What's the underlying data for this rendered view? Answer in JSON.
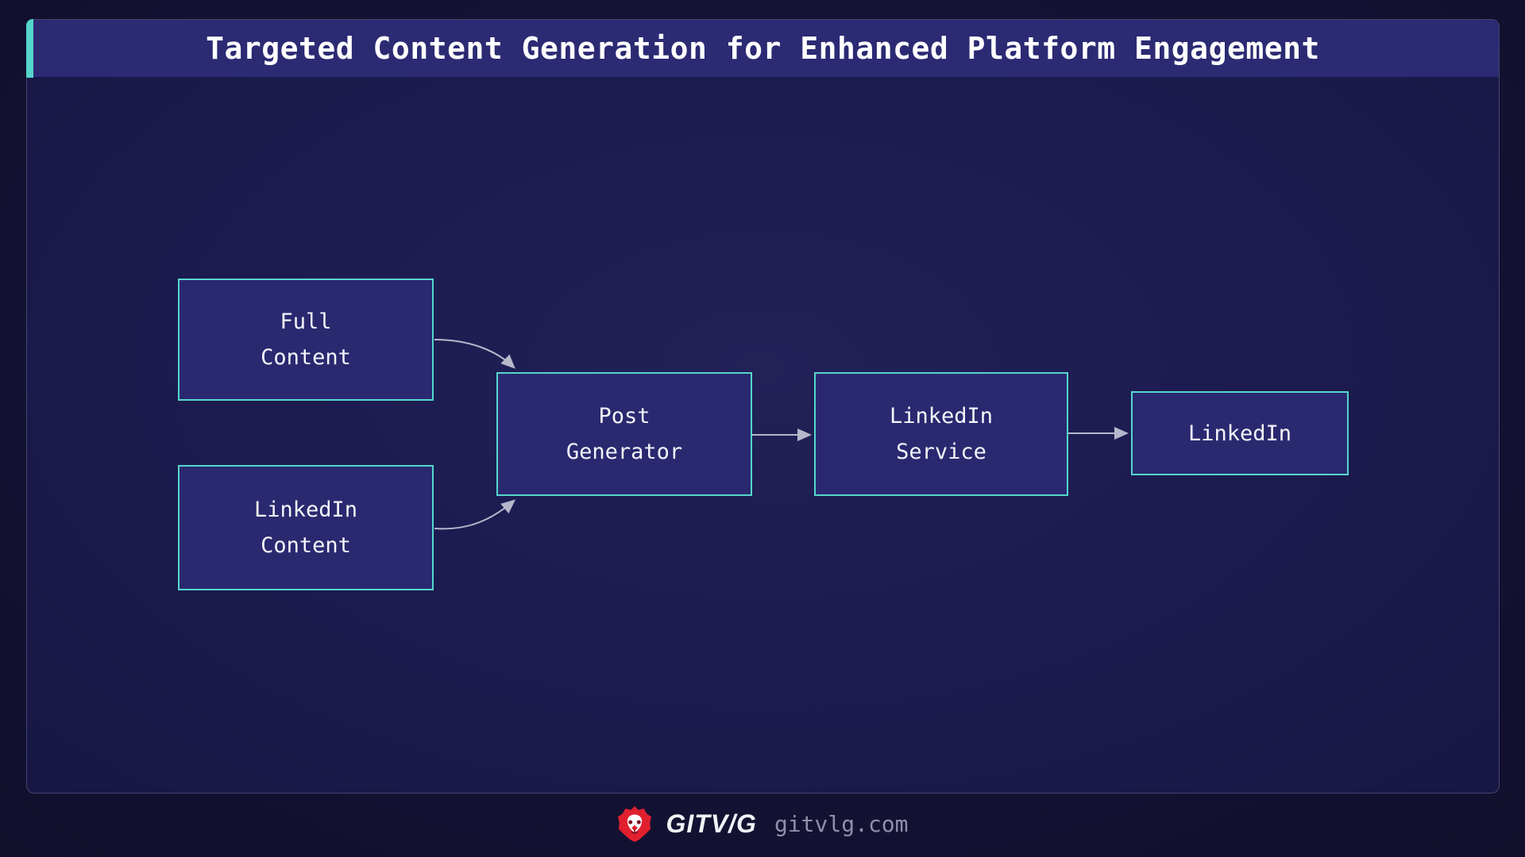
{
  "header": {
    "title": "Targeted Content Generation for Enhanced Platform Engagement"
  },
  "diagram": {
    "type": "flowchart",
    "nodes": {
      "full_content": {
        "line1": "Full",
        "line2": "Content"
      },
      "linkedin_content": {
        "line1": "LinkedIn",
        "line2": "Content"
      },
      "post_generator": {
        "line1": "Post",
        "line2": "Generator"
      },
      "linkedin_service": {
        "line1": "LinkedIn",
        "line2": "Service"
      },
      "linkedin": {
        "line1": "LinkedIn"
      }
    },
    "edges": [
      {
        "from": "full_content",
        "to": "post_generator"
      },
      {
        "from": "linkedin_content",
        "to": "post_generator"
      },
      {
        "from": "post_generator",
        "to": "linkedin_service"
      },
      {
        "from": "linkedin_service",
        "to": "linkedin"
      }
    ]
  },
  "footer": {
    "brand": "GITV/G",
    "site": "gitvlg.com",
    "logo": "lion-icon"
  },
  "colors": {
    "accent_teal": "#54d6cb",
    "node_border": "#55d7cc",
    "node_fill": "#2a2970",
    "titlebar_fill": "#2b2a73",
    "panel_fill": "#1c1b50",
    "page_bg": "#141233",
    "arrow": "#b7b7cb",
    "logo_red": "#e0202f",
    "title_text": "#ffffff",
    "site_text": "#8d91a9"
  }
}
